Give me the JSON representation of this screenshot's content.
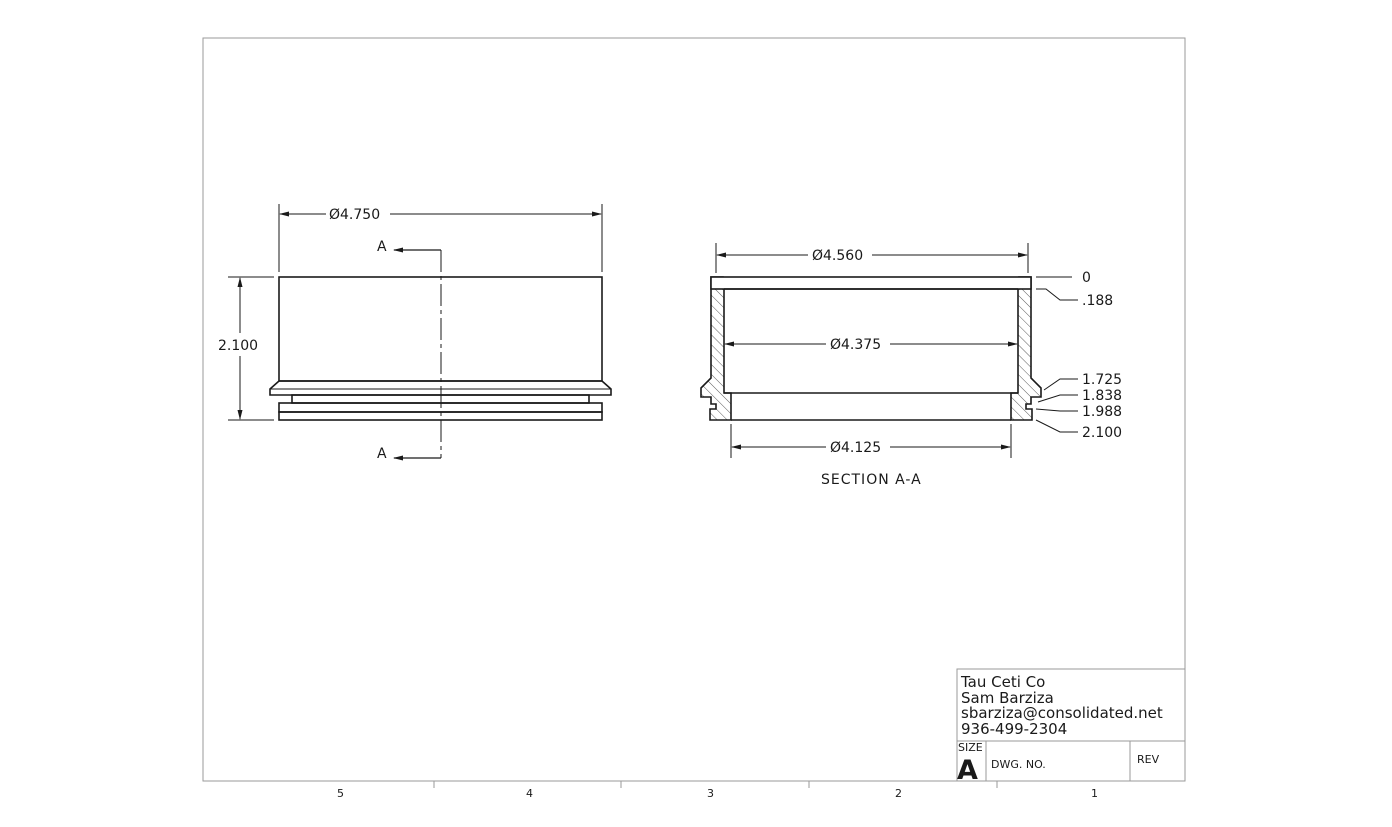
{
  "front_view": {
    "diameter_label": "Ø4.750",
    "height_label": "2.100",
    "section_marker_top": "A",
    "section_marker_bottom": "A"
  },
  "section_view": {
    "title": "SECTION A-A",
    "top_diameter_label": "Ø4.560",
    "inner_diameter_label": "Ø4.375",
    "bottom_diameter_label": "Ø4.125",
    "ordinates": [
      "0",
      ".188",
      "1.725",
      "1.838",
      "1.988",
      "2.100"
    ]
  },
  "title_block": {
    "company": "Tau Ceti Co",
    "author": "Sam Barziza",
    "email": "sbarziza@consolidated.net",
    "phone": "936-499-2304",
    "size_caption": "SIZE",
    "size_value": "A",
    "dwg_no_caption": "DWG.  NO.",
    "rev_caption": "REV"
  },
  "zones": [
    "5",
    "4",
    "3",
    "2",
    "1"
  ]
}
